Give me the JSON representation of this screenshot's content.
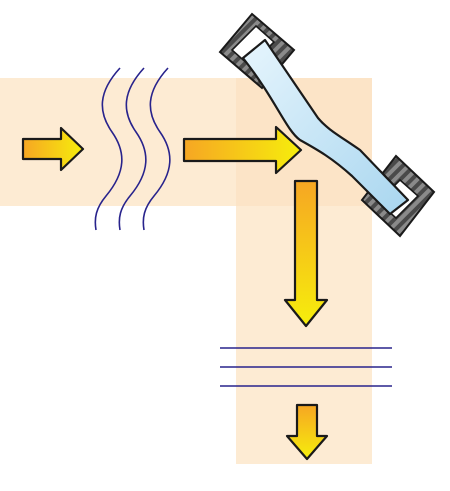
{
  "diagram": {
    "kind": "optical-schematic",
    "icons": {
      "beam_path": "beam-path-band",
      "wave": "wavy-wavefront-lines",
      "mirror": "deformable-mirror-icon",
      "mount": "hatched-mount-block",
      "arrow": "gradient-arrow",
      "plane_wave": "flat-wavefront-lines"
    },
    "colors": {
      "beam": "#fdebd3",
      "arrow_start": "#f6a623",
      "arrow_end": "#f6ee0c",
      "arrow_stroke": "#1a1a1a",
      "wave": "#28238c",
      "mirror_glass": "#cfe9f7",
      "mount_fill": "#7f7f7f",
      "mount_hatch": "#3a3a3a"
    }
  }
}
